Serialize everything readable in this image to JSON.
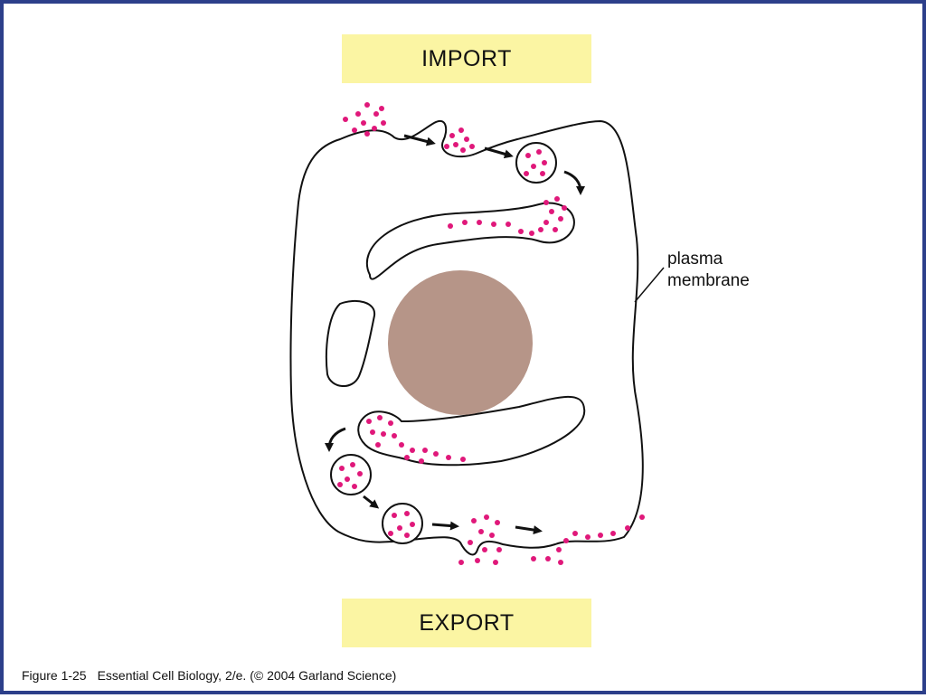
{
  "banners": {
    "import": "IMPORT",
    "export": "EXPORT"
  },
  "labels": {
    "plasma_membrane_line1": "plasma",
    "plasma_membrane_line2": "membrane"
  },
  "caption": {
    "figure_number": "Figure 1-25",
    "text": "Essential Cell Biology, 2/e. (© 2004 Garland Science)"
  },
  "colors": {
    "frame": "#2c3f8a",
    "banner": "#fbf5a3",
    "nucleus": "#b69588",
    "cargo_dots": "#e0187a",
    "outline": "#111111"
  }
}
